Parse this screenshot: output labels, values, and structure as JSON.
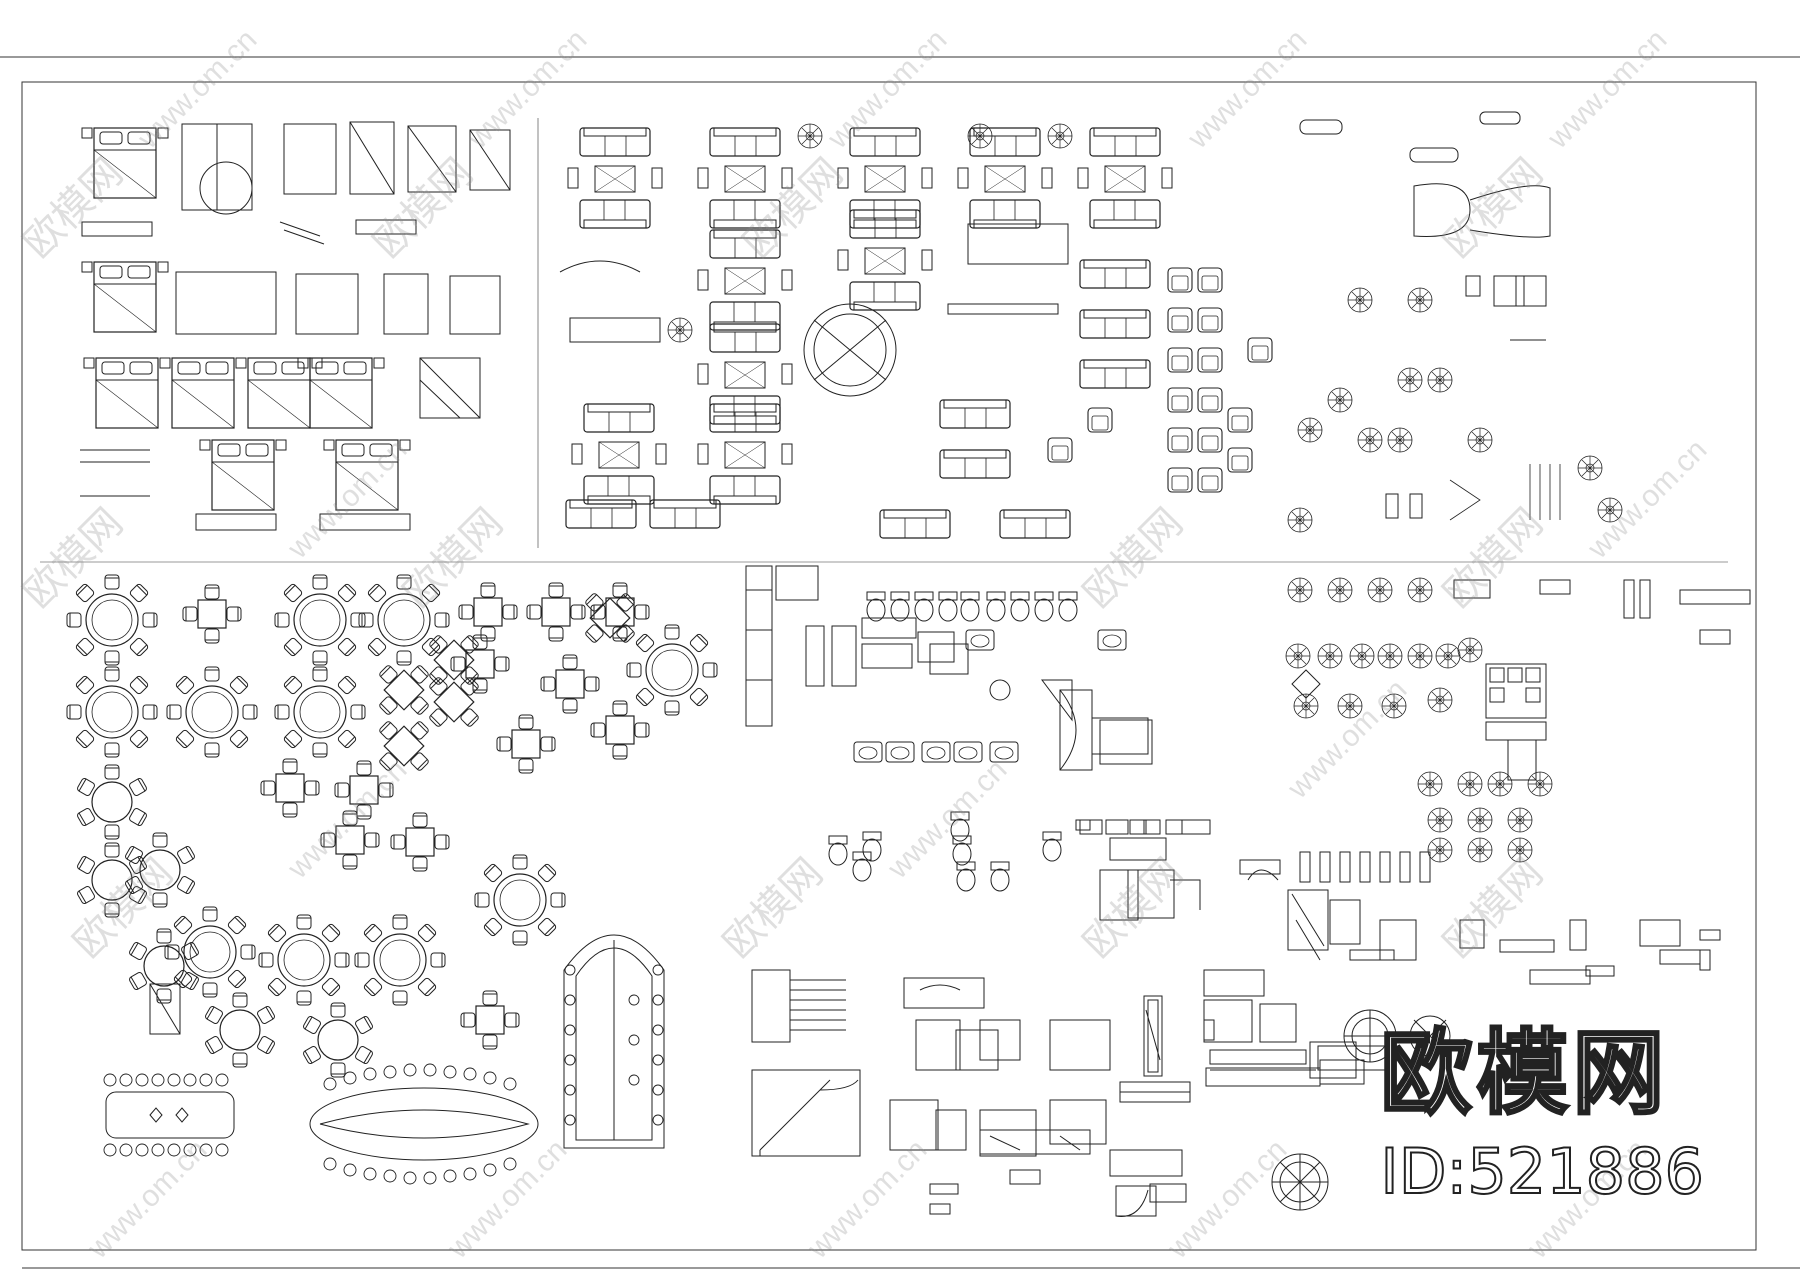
{
  "watermark": {
    "text": "www.om.cn",
    "brand_cn": "欧模网"
  },
  "brand": {
    "name": "欧模网",
    "id_text": "ID:521886"
  },
  "colors": {
    "line": "#222222",
    "background": "#ffffff"
  }
}
